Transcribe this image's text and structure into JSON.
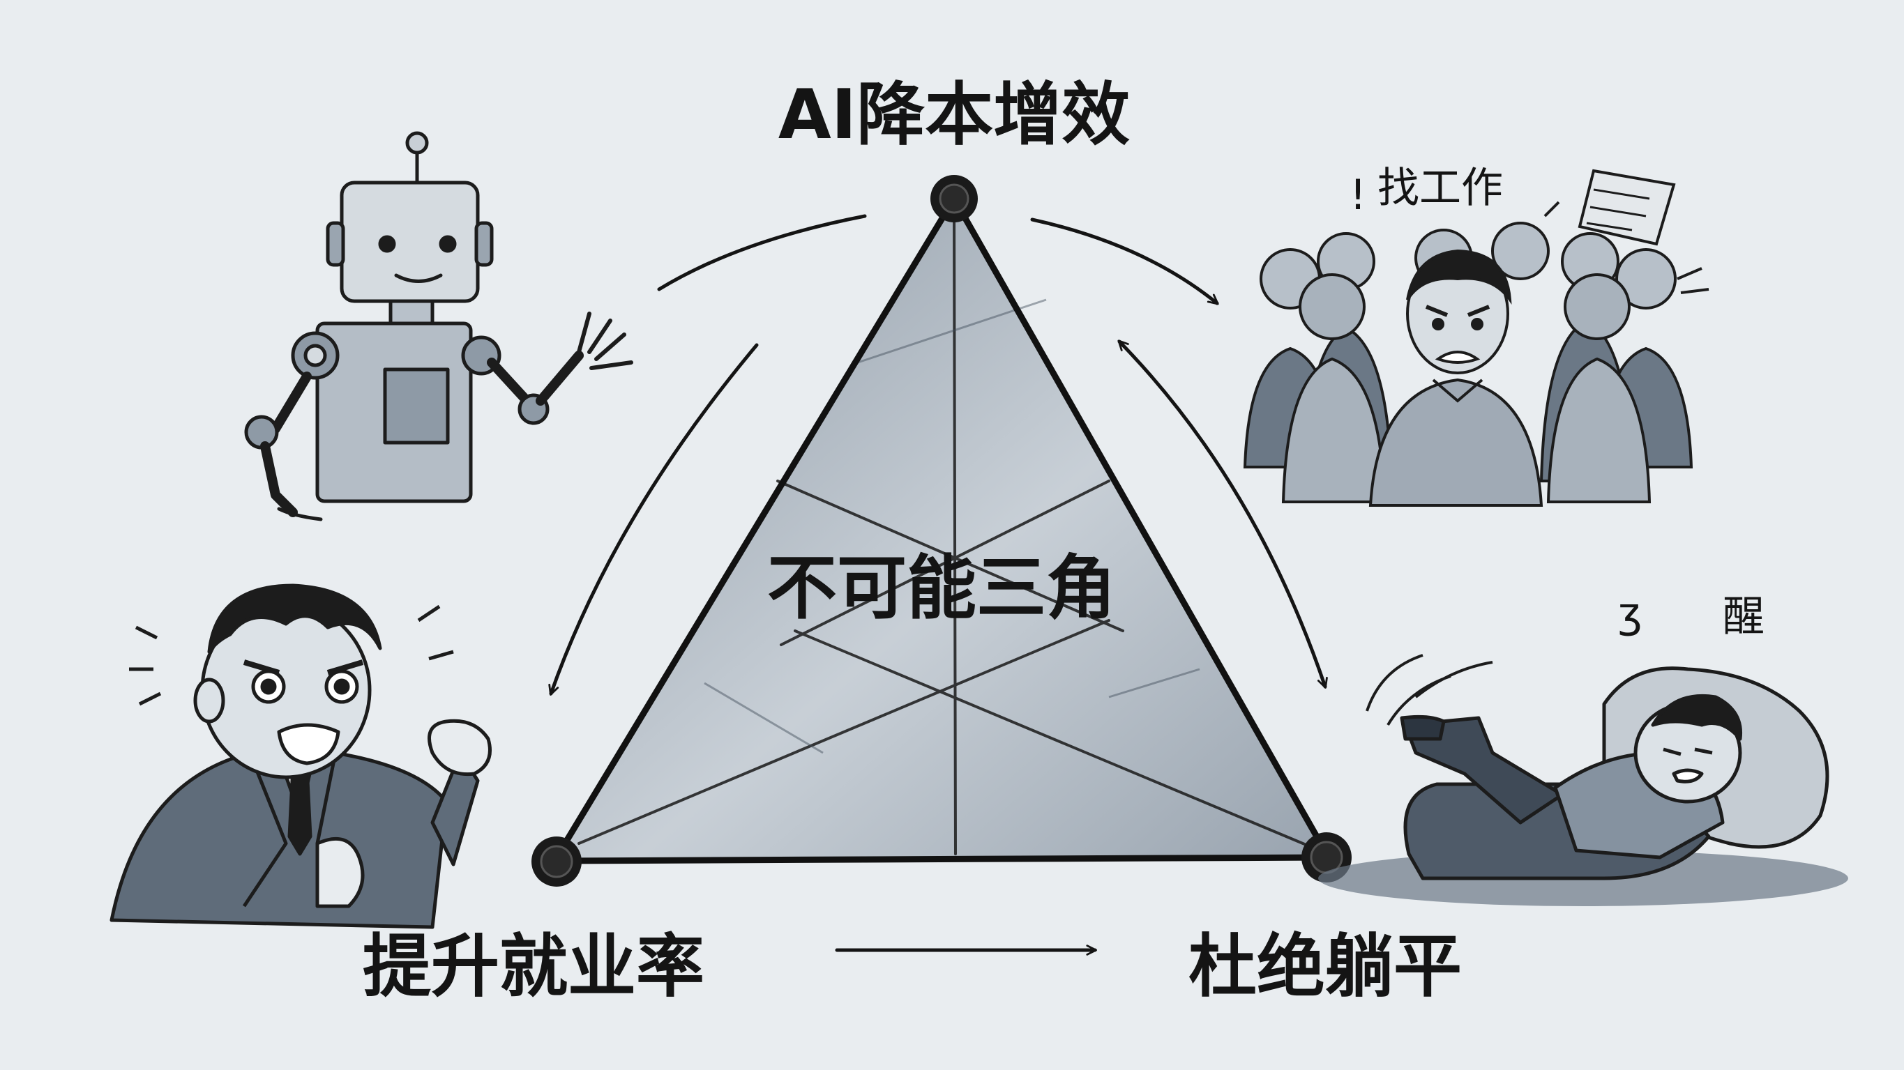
{
  "diagram": {
    "top_label": "AI降本增效",
    "center_label": "不可能三角",
    "bottom_left_label": "提升就业率",
    "bottom_right_label": "杜绝躺平",
    "crowd_caption": "找工作",
    "crowd_exclaim": "!",
    "sleeper_caption": "醒",
    "sleeper_squiggle": "ʒ"
  },
  "colors": {
    "background": "#e9edf0",
    "ink": "#141414",
    "wash_dark": "#5d6a79",
    "wash_mid": "#8d99a6",
    "wash_light": "#c3cbd3"
  },
  "icons": [
    "robot-icon",
    "crowd-icon",
    "angry-businessman-icon",
    "sleeping-man-icon"
  ]
}
